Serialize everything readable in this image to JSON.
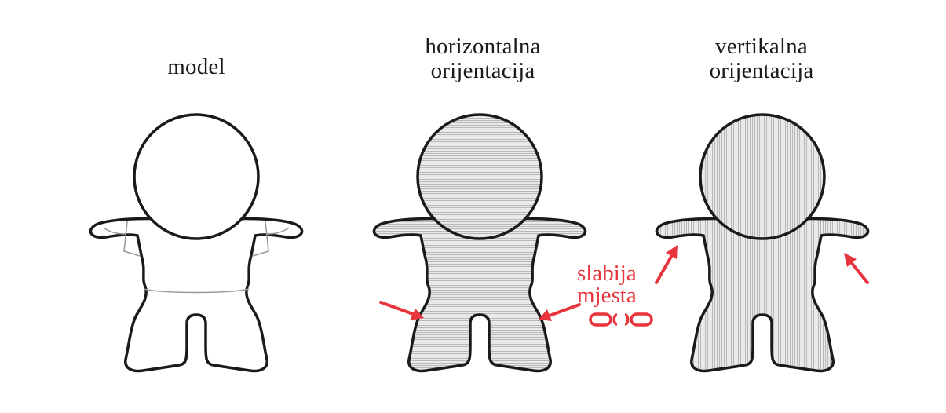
{
  "captions": {
    "model": "model",
    "horizontal": [
      "horizontalna",
      "orijentacija"
    ],
    "vertical": [
      "vertikalna",
      "orijentacija"
    ]
  },
  "weak_points_label": [
    "slabija",
    "mjesta"
  ],
  "figures": [
    {
      "id": "model",
      "fill": "none"
    },
    {
      "id": "horizontal",
      "fill": "horizontal-hatch"
    },
    {
      "id": "vertical",
      "fill": "vertical-hatch"
    }
  ],
  "colors": {
    "outline": "#1a1a1a",
    "hatch": "#b8b8b8",
    "hatch_bg": "#e9e9e9",
    "accent": "#e8343c"
  },
  "icons": [
    "red-arrow-icon",
    "broken-chain-icon"
  ]
}
